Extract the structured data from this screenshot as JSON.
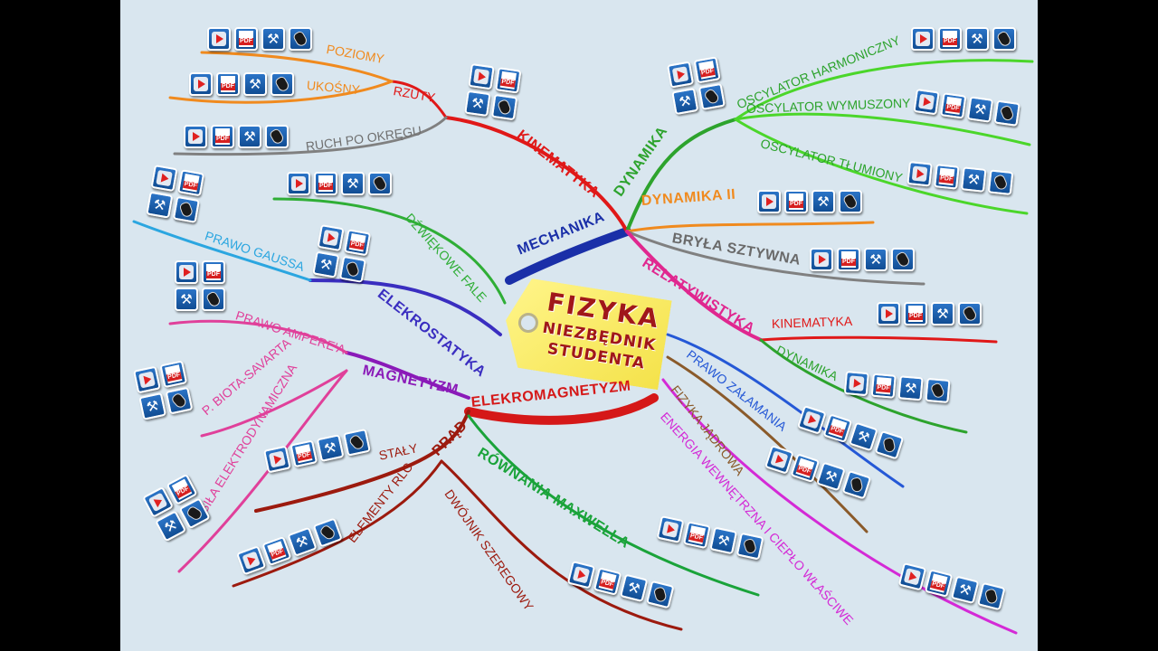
{
  "tag": {
    "line1": "FIZYKA",
    "line2": "NIEZBĘDNIK",
    "line3": "STUDENTA"
  },
  "branches": {
    "mechanika": "MECHANIKA",
    "kinematyka": "KINEMATYKA",
    "rzuty": "RZUTY",
    "poziomy": "POZIOMY",
    "ukosny": "UKOŚNY",
    "ruch_po_okregu": "RUCH PO OKRĘGU",
    "dynamika": "DYNAMIKA",
    "oscylator_harmoniczny": "OSCYLATOR HARMONICZNY",
    "oscylator_wymuszony": "OSCYLATOR WYMUSZONY",
    "oscylator_tlumiony": "OSCYLATOR TŁUMIONY",
    "dynamika_ii": "DYNAMIKA II",
    "bryla_sztywna": "BRYŁA SZTYWNA",
    "relatywistyka": "RELATYWISTYKA",
    "rel_kinematyka": "KINEMATYKA",
    "rel_dynamika": "DYNAMIKA",
    "dzwiekowe_fale": "DŹWIĘKOWE FALE",
    "elekrostatyka": "ELEKROSTATYKA",
    "prawo_gaussa": "PRAWO GAUSSA",
    "magnetyzm": "MAGNETYZM",
    "prawo_ampere": "PRAWO AMPERE'A",
    "biota_savarta": "P. BIOTA-SAVARTA",
    "sila_elektrodynamiczna": "SIŁA ELEKTRODYNAMICZNA",
    "elekromagnetyzm": "ELEKROMAGNETYZM",
    "prad": "PRĄD",
    "staly": "STAŁY",
    "elementy_rlc": "ELEMENTY RLC",
    "dwojnik_szeregowy": "DWÓJNIK SZEREGOWY",
    "rownania_maxwella": "RÓWNANIA MAXWELLA",
    "prawo_zalamania": "PRAWO ZAŁAMANIA",
    "fizyka_jadrowa": "FIZYKA JĄDROWA",
    "energia_wewnetrzna": "ENERGIA WEWNĘTRZNA I CIEPŁO WŁAŚCIWE"
  },
  "icon_set": {
    "video": "video-play-icon",
    "pdf": "pdf-document-icon",
    "pdf_text": "PDF",
    "tools": "tools-wrench-icon",
    "mouse": "mouse-icon"
  },
  "colors": {
    "background": "#d9e6ef",
    "mechanika": "#1a2fa8",
    "kinematyka": "#e01818",
    "dynamika": "#2da32d",
    "oscylatory": "#4bd62a",
    "dynamika_ii": "#f08a1e",
    "bryla": "#808080",
    "relatywistyka": "#e0278f",
    "kinematyka_rel": "#e01818",
    "fale": "#2fae36",
    "gauss": "#2ba6e0",
    "elekrostatyka": "#3a2ec0",
    "magnetyzm": "#8a1ab8",
    "pink": "#e0409a",
    "elekromagnetyzm": "#d51818",
    "prad": "#9c1a0e",
    "maxwell": "#1aa33a",
    "zalamanie": "#2558d6",
    "jadrowa": "#8a5a2a",
    "energia": "#d42ad6",
    "tag": "#f7eb5a",
    "tag_text": "#a0171a"
  }
}
